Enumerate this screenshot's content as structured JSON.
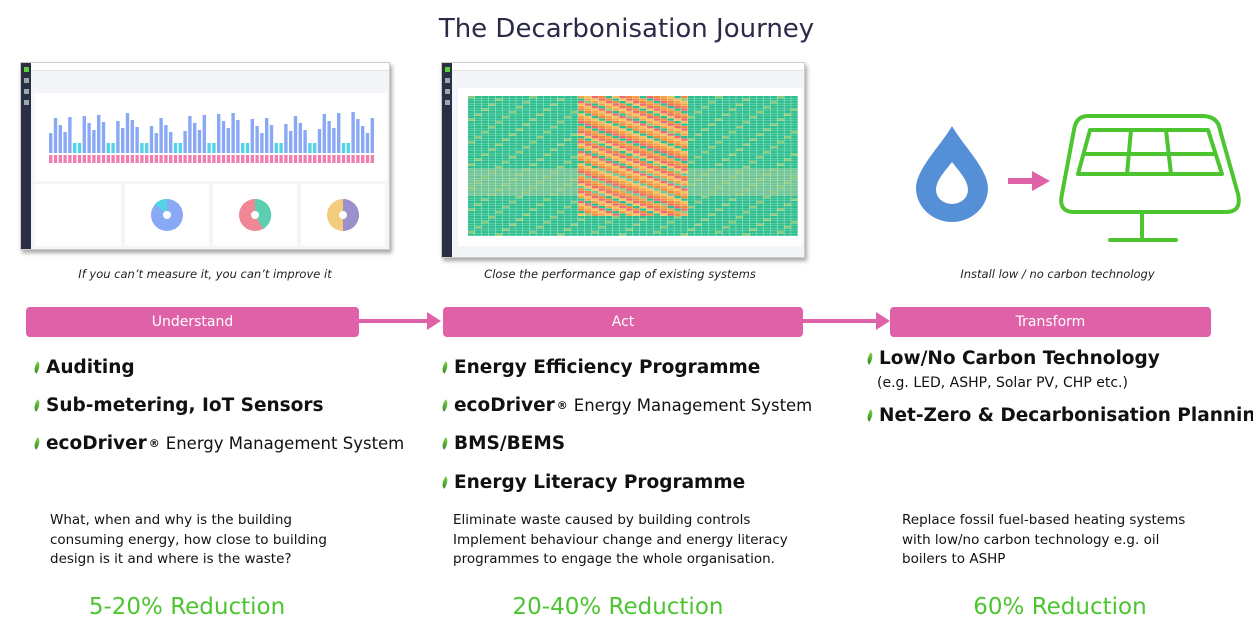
{
  "title": "The Decarbonisation Journey",
  "captions": [
    "If you can’t measure it, you can’t improve it",
    "Close the performance gap of existing systems",
    "Install low / no carbon technology"
  ],
  "stages": [
    {
      "label": "Understand",
      "bullets": [
        {
          "bold": "Auditing"
        },
        {
          "bold": "Sub-metering, IoT Sensors"
        },
        {
          "bold": "ecoDriver",
          "reg": "®",
          "rest": "Energy Management System"
        }
      ],
      "description": [
        "What, when and why is the building",
        "consuming energy, how close to building",
        "design is it and where is the waste?"
      ],
      "reduction": "5-20% Reduction"
    },
    {
      "label": "Act",
      "bullets": [
        {
          "bold": "Energy Efficiency Programme"
        },
        {
          "bold": "ecoDriver",
          "reg": "®",
          "rest": "Energy Management System"
        },
        {
          "bold": "BMS/BEMS"
        },
        {
          "bold": "Energy Literacy Programme"
        }
      ],
      "description": [
        "Eliminate waste caused by building controls",
        "Implement behaviour change and energy literacy",
        "programmes to engage the whole organisation."
      ],
      "reduction": "20-40% Reduction"
    },
    {
      "label": "Transform",
      "bullets": [
        {
          "bold": "Low/No Carbon Technology"
        },
        {
          "bold": "Net-Zero & Decarbonisation Planning"
        }
      ],
      "sub": "(e.g. LED, ASHP, Solar PV, CHP etc.)",
      "description": [
        "Replace fossil fuel-based heating systems",
        "with low/no carbon technology e.g. oil",
        "boilers to ASHP"
      ],
      "reduction": "60% Reduction"
    }
  ],
  "colors": {
    "stage": "#df62a9",
    "reduction": "#4cc530",
    "drop": "#5590d6",
    "solar": "#4cc530"
  }
}
